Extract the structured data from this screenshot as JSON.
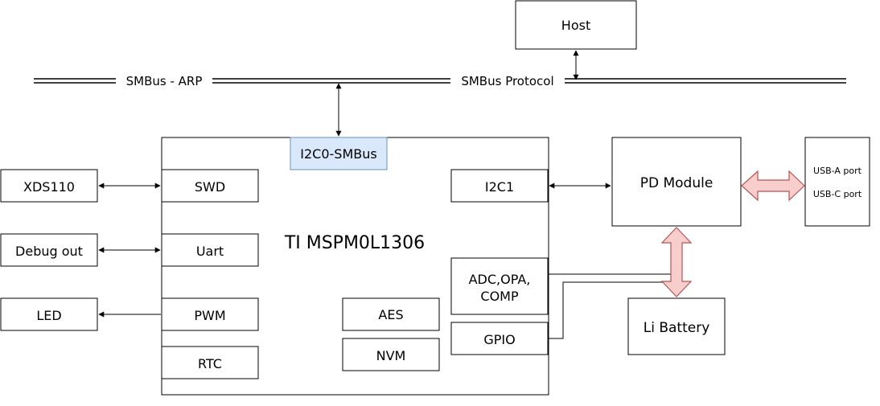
{
  "diagram": {
    "bus_labels": {
      "arp": "SMBus - ARP",
      "protocol": "SMBus Protocol"
    },
    "host": "Host",
    "mcu": {
      "name": "TI MSPM0L1306",
      "i2c0": "I2C0-SMBus",
      "swd": "SWD",
      "uart": "Uart",
      "pwm": "PWM",
      "rtc": "RTC",
      "aes": "AES",
      "nvm": "NVM",
      "i2c1": "I2C1",
      "adc": [
        "ADC,OPA,",
        "COMP"
      ],
      "gpio": "GPIO"
    },
    "external": {
      "xds110": "XDS110",
      "debug_out": "Debug out",
      "led": "LED",
      "pd_module": "PD Module",
      "usb_a": "USB-A port",
      "usb_c": "USB-C port",
      "battery": "Li Battery"
    },
    "colors": {
      "i2c0_fill": "#dae8fc",
      "i2c0_stroke": "#6c8ebf",
      "power_arrow_fill": "#f8cecc",
      "power_arrow_stroke": "#b85450"
    }
  }
}
